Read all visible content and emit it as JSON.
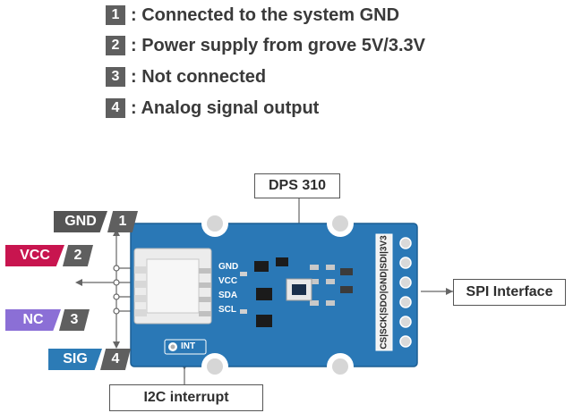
{
  "legend": [
    {
      "num": "1",
      "text": ": Connected to the system GND"
    },
    {
      "num": "2",
      "text": ": Power supply from grove 5V/3.3V"
    },
    {
      "num": "3",
      "text": ": Not connected"
    },
    {
      "num": "4",
      "text": ": Analog signal output"
    }
  ],
  "pins": [
    {
      "name": "GND",
      "num": "1",
      "color": "#555555"
    },
    {
      "name": "VCC",
      "num": "2",
      "color": "#c8154f"
    },
    {
      "name": "NC",
      "num": "3",
      "color": "#8b6fd6"
    },
    {
      "name": "SIG",
      "num": "4",
      "color": "#2c7bb6"
    }
  ],
  "chip_label": "DPS 310",
  "spi_label": "SPI Interface",
  "i2c_label": "I2C interrupt",
  "board": {
    "silk_left": [
      "GND",
      "VCC",
      "SDA",
      "SCL"
    ],
    "silk_int": "INT",
    "silk_header": "CS|SCK|SDO|GND|SDI|3V3",
    "pcb_color": "#2a78b6"
  }
}
